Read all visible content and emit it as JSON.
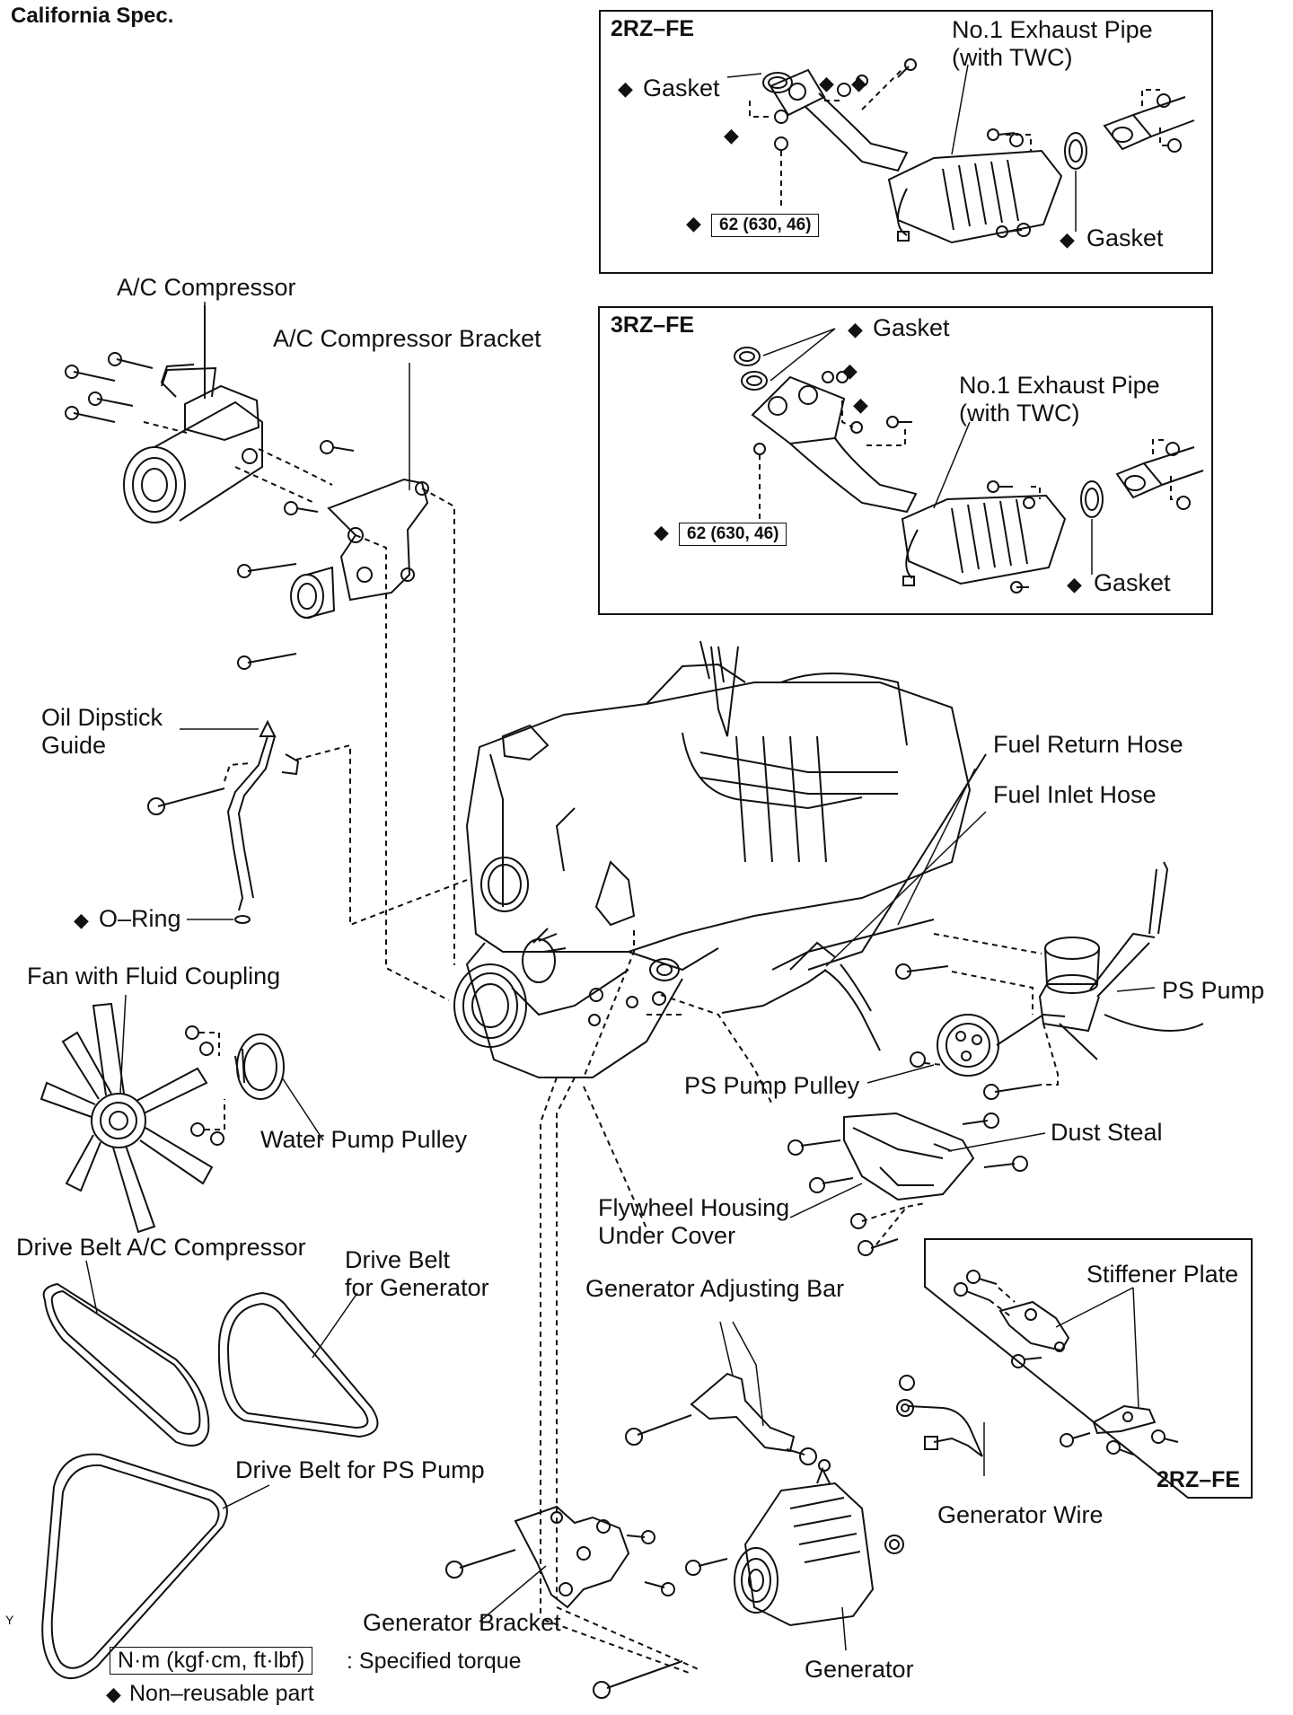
{
  "header": {
    "title": "California Spec."
  },
  "box_2rz": {
    "title": "2RZ–FE",
    "gasket_left": "Gasket",
    "pipe_label": [
      "No.1 Exhaust Pipe",
      "(with TWC)"
    ],
    "torque": "62 (630, 46)",
    "gasket_right": "Gasket"
  },
  "box_3rz": {
    "title": "3RZ–FE",
    "gasket_top": "Gasket",
    "pipe_label": [
      "No.1 Exhaust Pipe",
      "(with TWC)"
    ],
    "torque": "62 (630, 46)",
    "gasket_right": "Gasket"
  },
  "box_stiffener": {
    "label": "Stiffener Plate",
    "engine": "2RZ–FE"
  },
  "labels": {
    "ac_compressor": "A/C Compressor",
    "ac_bracket": "A/C Compressor Bracket",
    "oil_dipstick": [
      "Oil Dipstick",
      "Guide"
    ],
    "o_ring": "O–Ring",
    "fan": "Fan with Fluid Coupling",
    "water_pump_pulley": "Water Pump Pulley",
    "drive_belt_ac": "Drive Belt A/C Compressor",
    "drive_belt_gen": [
      "Drive Belt",
      "for Generator"
    ],
    "drive_belt_ps": "Drive Belt for PS Pump",
    "fuel_return": "Fuel Return Hose",
    "fuel_inlet": "Fuel Inlet Hose",
    "ps_pump": "PS Pump",
    "ps_pump_pulley": "PS Pump Pulley",
    "dust_seal": "Dust Steal",
    "flywheel": [
      "Flywheel Housing",
      "Under Cover"
    ],
    "gen_adj_bar": "Generator Adjusting Bar",
    "gen_wire": "Generator Wire",
    "gen_bracket": "Generator Bracket",
    "generator": "Generator"
  },
  "legend": {
    "torque_box": "N·m (kgf·cm, ft·lbf)",
    "torque_text": ": Specified torque",
    "nonreusable": "Non–reusable part"
  },
  "corner_mark": "Y"
}
